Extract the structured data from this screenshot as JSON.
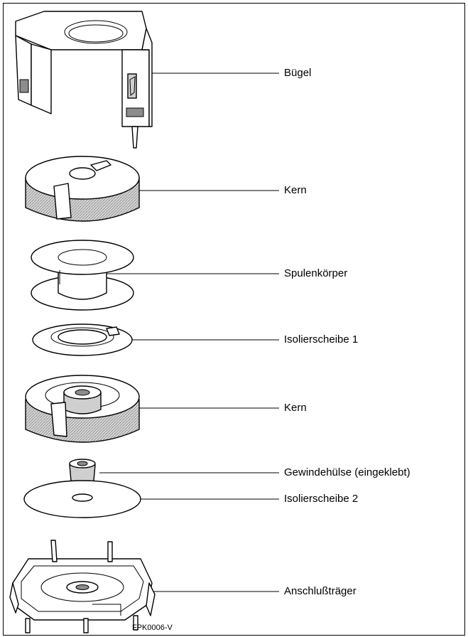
{
  "labels": [
    {
      "id": "buegel",
      "text": "Bügel"
    },
    {
      "id": "kern1",
      "text": "Kern"
    },
    {
      "id": "spulenkoerper",
      "text": "Spulenkörper"
    },
    {
      "id": "isolierscheibe1",
      "text": "Isolierscheibe 1"
    },
    {
      "id": "kern2",
      "text": "Kern"
    },
    {
      "id": "gewindehuelse",
      "text": "Gewindehülse (eingeklebt)"
    },
    {
      "id": "isolierscheibe2",
      "text": "Isolierscheibe 2"
    },
    {
      "id": "anschlusstraeger",
      "text": "Anschlußträger"
    }
  ],
  "figure_code": "FPK0006-V"
}
